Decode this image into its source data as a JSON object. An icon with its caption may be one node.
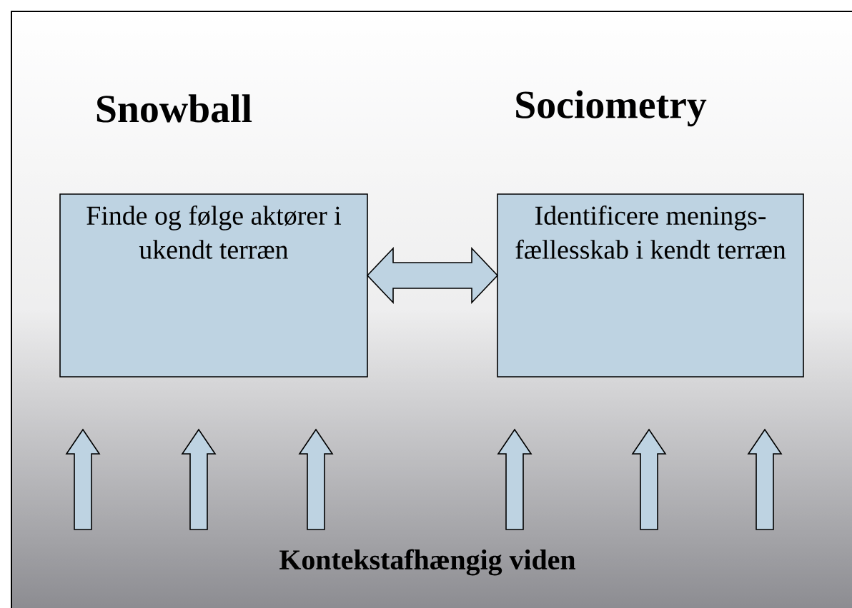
{
  "diagram": {
    "nodes": [
      {
        "text": [
          "Snowball",
          "Finde og følge aktører i ukendt terræn"
        ]
      },
      {
        "text": [
          "Sociometry",
          "Identificere menings- fællesskab i kendt terræn"
        ]
      }
    ],
    "edges": [
      {
        "from": 0,
        "to": 1,
        "arrow": "both"
      }
    ],
    "labels": [
      "Kontekstafhængig viden"
    ]
  }
}
